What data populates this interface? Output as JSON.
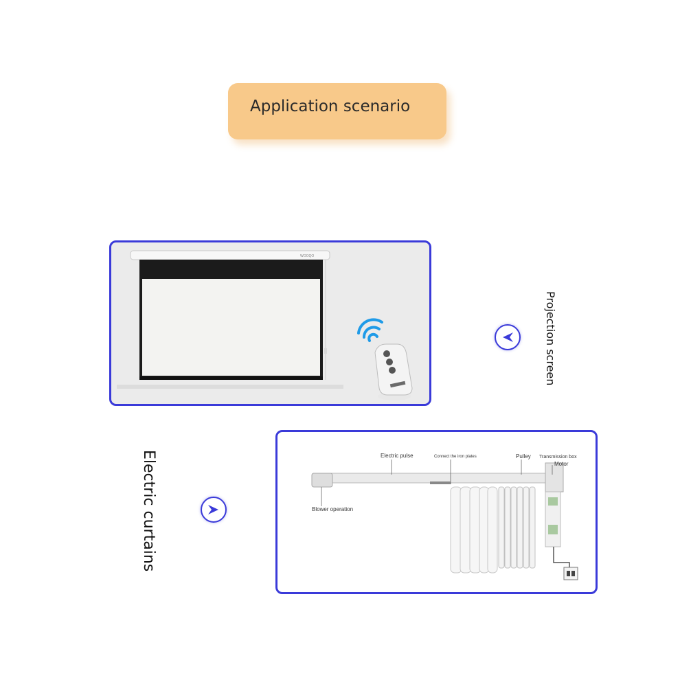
{
  "header": {
    "title": "Application scenario"
  },
  "sections": {
    "projection": {
      "label": "Projection screen",
      "brand": "WOOQO"
    },
    "curtains": {
      "label": "Electric curtains",
      "parts": {
        "electric_pulse": "Electric pulse",
        "iron_plates": "Connect the iron plates",
        "pulley": "Pulley",
        "transmission_box": "Transmission box",
        "motor": "Motor",
        "blower": "Blower operation"
      }
    }
  },
  "colors": {
    "accent": "#3a3ad9",
    "title_bg": "#f8c98a",
    "wifi": "#1f9be8"
  },
  "icons": {
    "left_arrow": "arrow-left-icon",
    "right_arrow": "arrow-right-icon",
    "wifi": "wifi-signal-icon",
    "remote": "remote-control-icon"
  }
}
